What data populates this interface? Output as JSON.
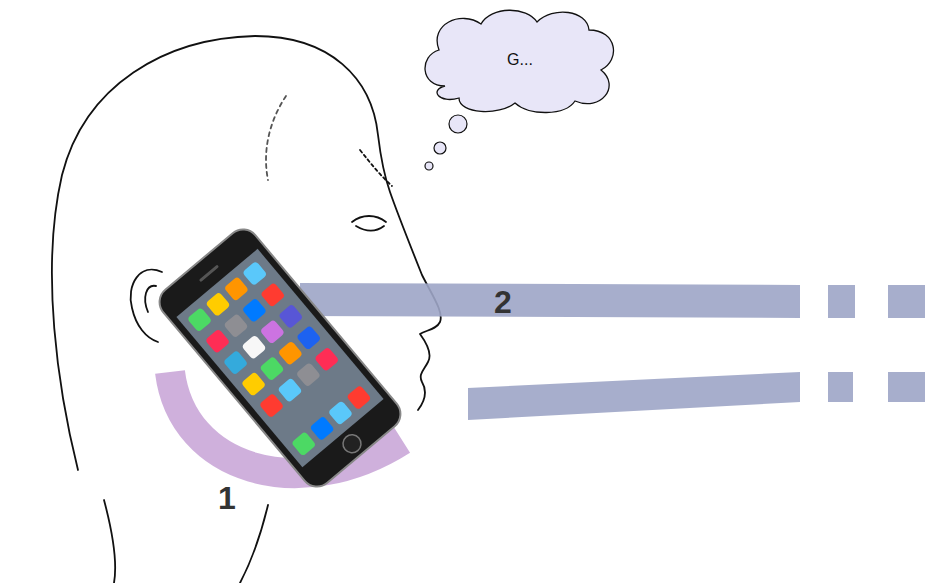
{
  "diagram": {
    "nodes": [
      {
        "text": [
          "G..."
        ]
      }
    ],
    "labels": [
      "1",
      "2"
    ]
  }
}
